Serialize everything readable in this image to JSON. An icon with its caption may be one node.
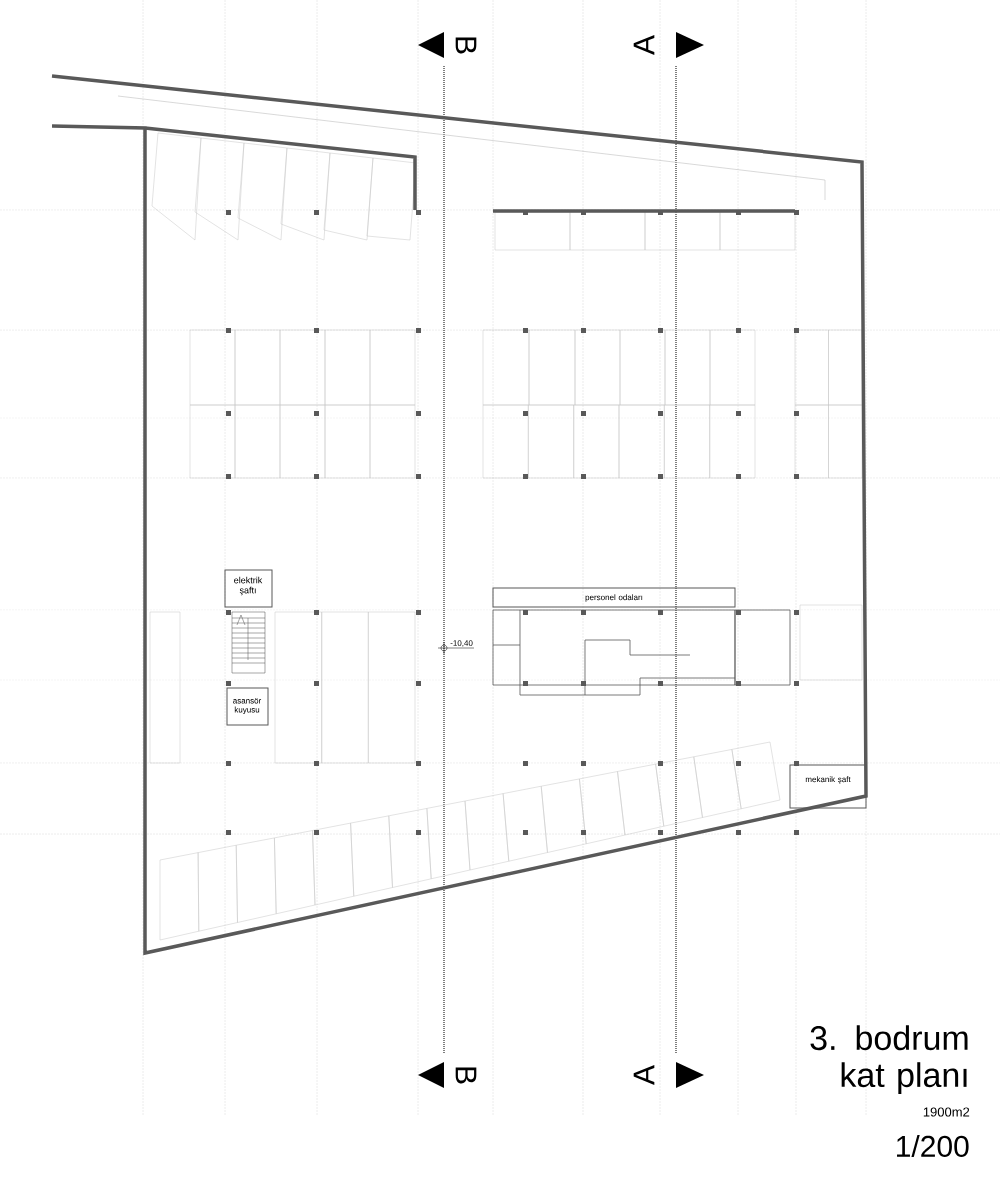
{
  "diagram": {
    "title": "3. bodrum kat planı",
    "nodes": [
      {
        "text": [
          "elektrik şaftı"
        ]
      },
      {
        "text": [
          "asansör kuyusu"
        ]
      },
      {
        "text": [
          "personel odaları"
        ]
      },
      {
        "text": [
          "mekanik şaft"
        ]
      }
    ],
    "labels": [
      "B",
      "A",
      "-10,40",
      "B",
      "A",
      "1900m2",
      "1/200"
    ]
  }
}
